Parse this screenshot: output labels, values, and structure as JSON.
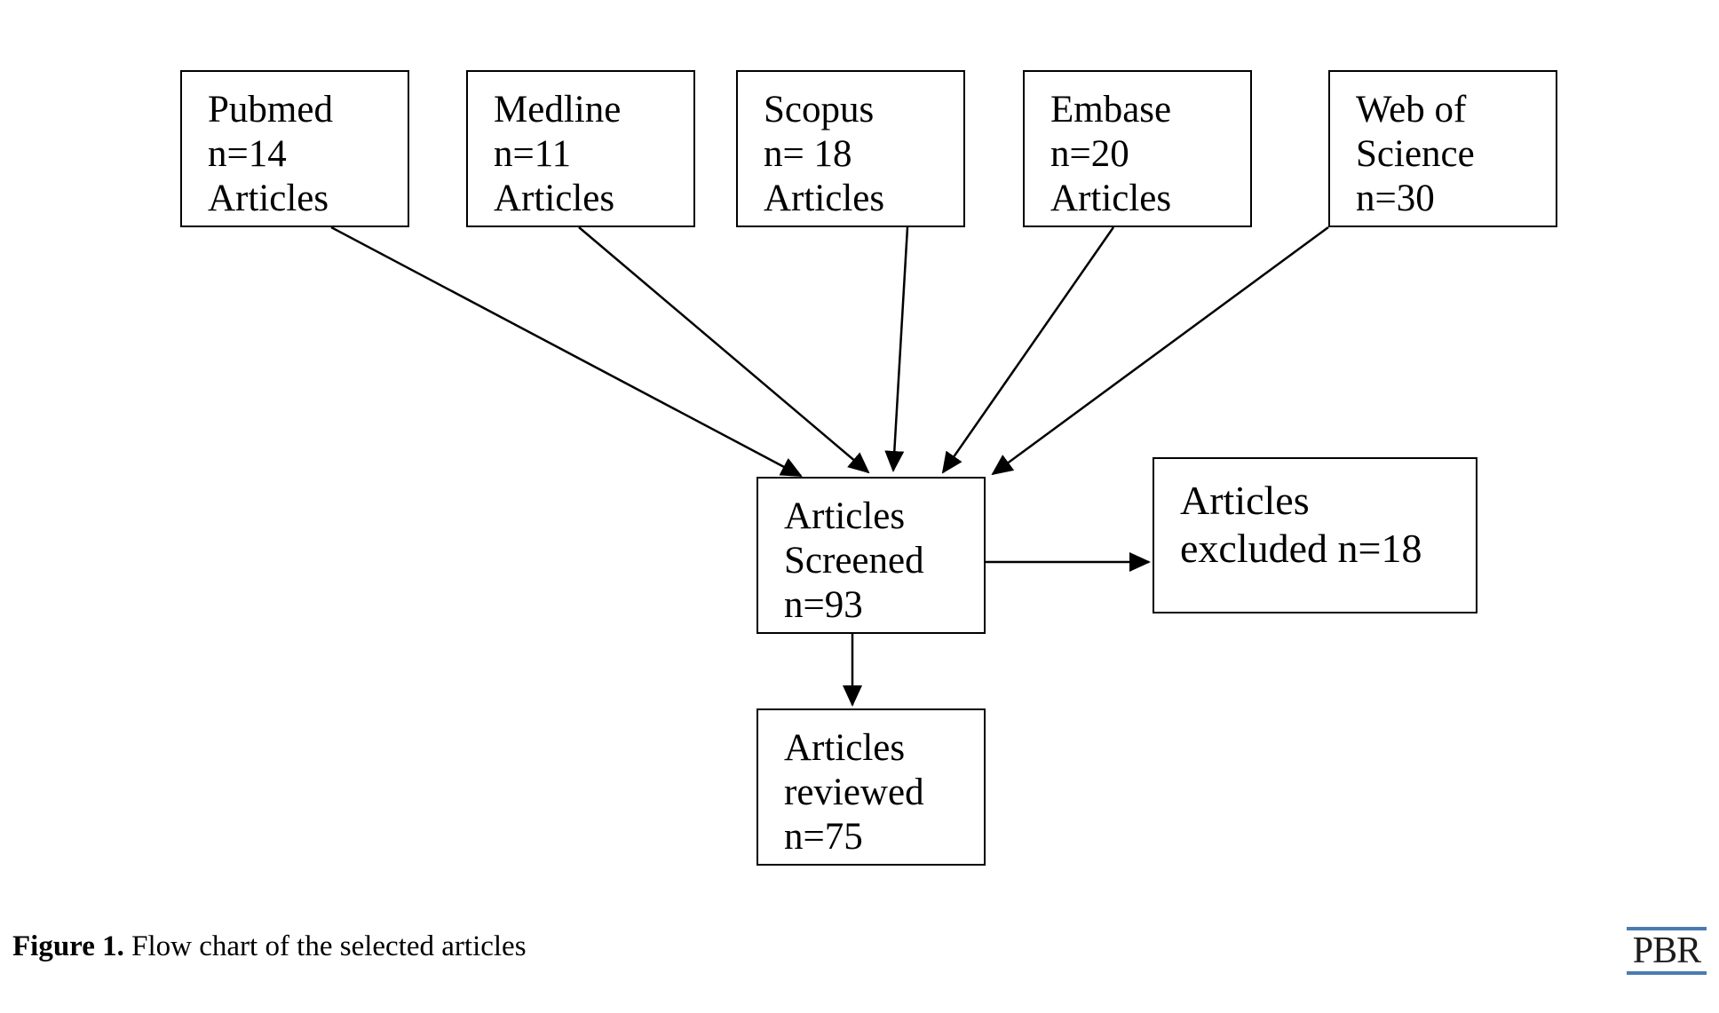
{
  "sources": [
    {
      "lines": [
        "Pubmed",
        "n=14",
        "Articles"
      ]
    },
    {
      "lines": [
        "Medline",
        "n=11",
        "Articles"
      ]
    },
    {
      "lines": [
        "Scopus",
        "n= 18",
        "Articles"
      ]
    },
    {
      "lines": [
        "Embase",
        "n=20",
        "Articles"
      ]
    },
    {
      "lines": [
        "Web of",
        "Science",
        "n=30"
      ]
    }
  ],
  "screened": {
    "lines": [
      "Articles",
      "Screened",
      "n=93"
    ]
  },
  "excluded": {
    "lines": [
      "Articles",
      "excluded n=18"
    ]
  },
  "reviewed": {
    "lines": [
      "Articles",
      "reviewed",
      "n=75"
    ]
  },
  "caption": {
    "label": "Figure 1.",
    "text": "Flow chart of the selected articles"
  },
  "logo": {
    "text": "PBR",
    "accent": "#4a7bb0"
  }
}
